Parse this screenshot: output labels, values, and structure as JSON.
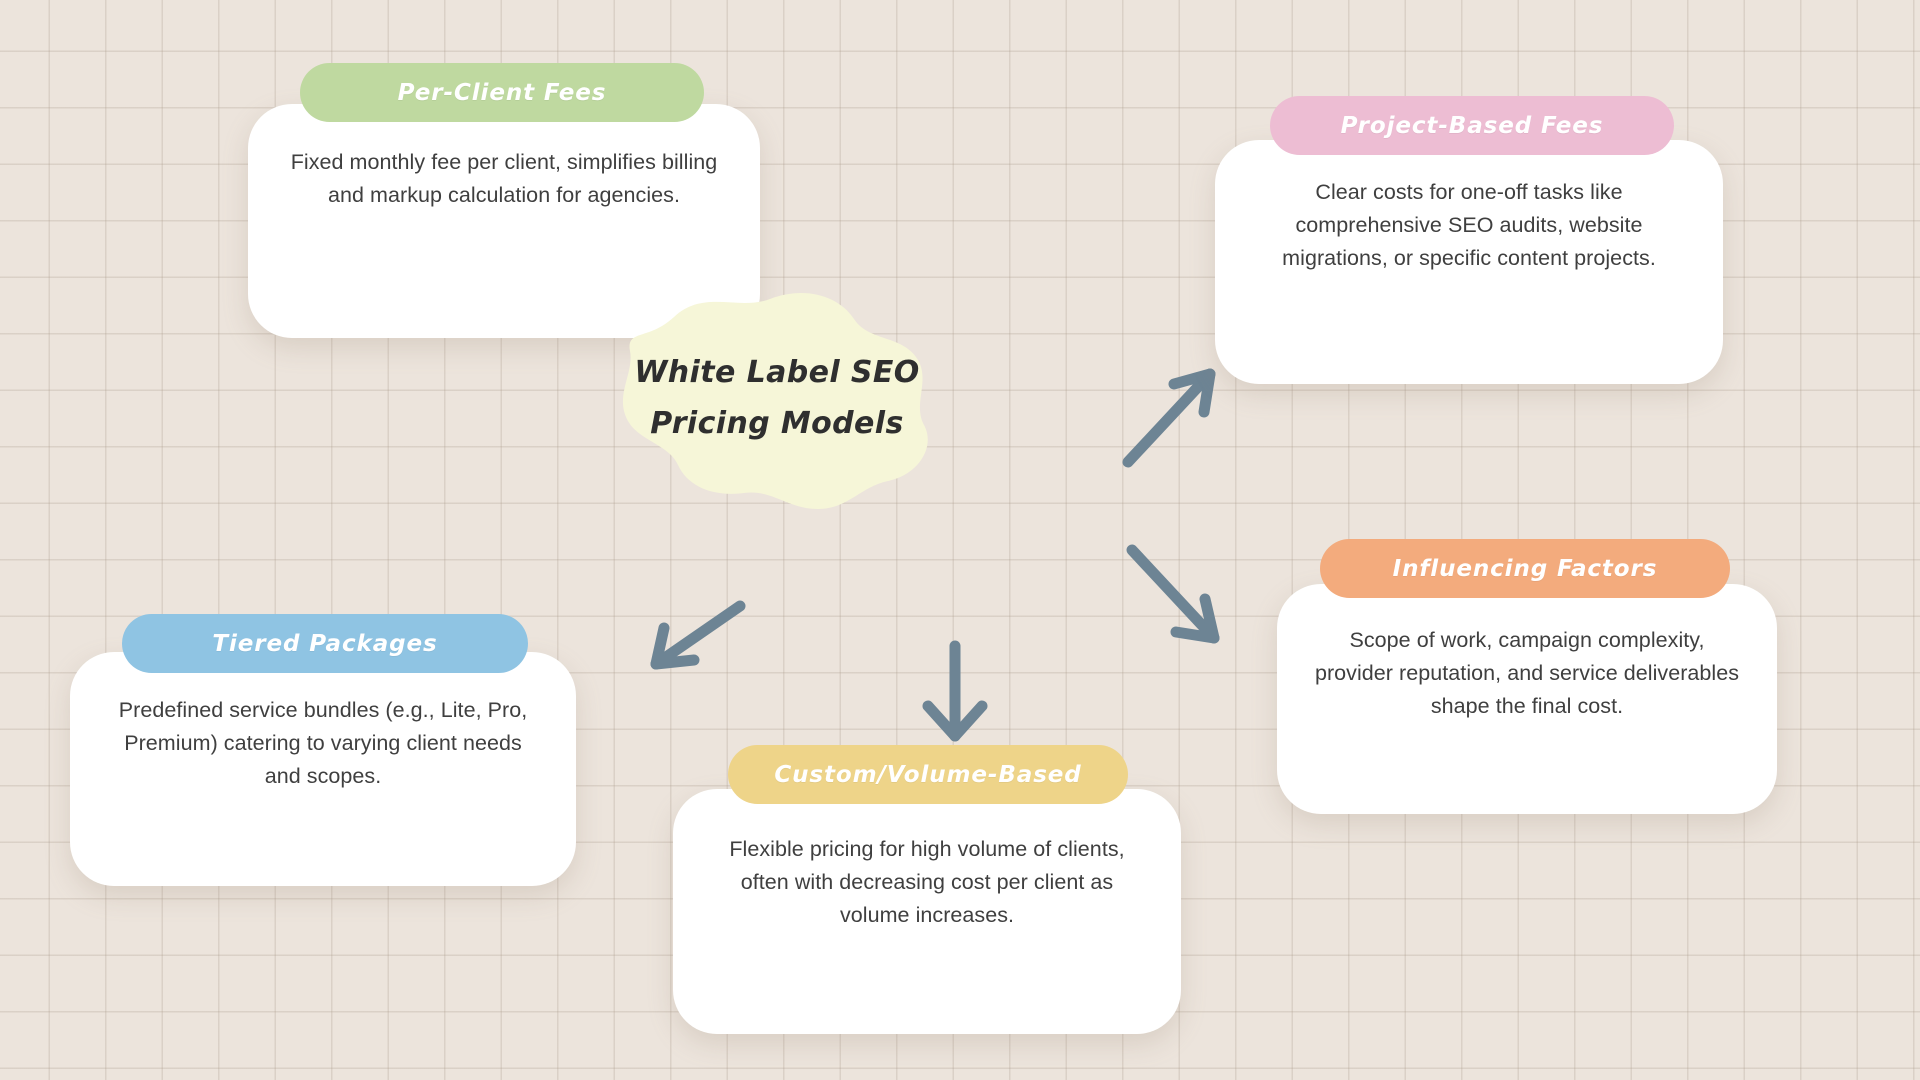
{
  "canvas": {
    "background_color": "#ece4dc",
    "grid_line_color": "#a8998a",
    "arrow_color": "#6d8494"
  },
  "center": {
    "blob_color": "#f6f6d8",
    "title_line1": "White Label SEO",
    "title_line2": "Pricing Models"
  },
  "nodes": [
    {
      "id": "per-client-fees",
      "title": "Per-Client Fees",
      "accent_color": "#bfd9a0",
      "body": "Fixed monthly fee per client, simplifies billing and markup calculation for agencies."
    },
    {
      "id": "project-based-fees",
      "title": "Project-Based Fees",
      "accent_color": "#edbdd3",
      "body": "Clear costs for one-off tasks like comprehensive SEO audits, website migrations, or specific content projects."
    },
    {
      "id": "influencing-factors",
      "title": "Influencing Factors",
      "accent_color": "#f3ab7d",
      "body": "Scope of work, campaign complexity, provider reputation, and service deliverables shape the final cost."
    },
    {
      "id": "custom-volume-based",
      "title": "Custom/Volume-Based",
      "accent_color": "#eed489",
      "body": "Flexible pricing for high volume of clients, often with decreasing cost per client as volume increases."
    },
    {
      "id": "tiered-packages",
      "title": "Tiered Packages",
      "accent_color": "#8fc4e3",
      "body": "Predefined service bundles (e.g., Lite, Pro, Premium) catering to varying client needs and scopes."
    }
  ]
}
